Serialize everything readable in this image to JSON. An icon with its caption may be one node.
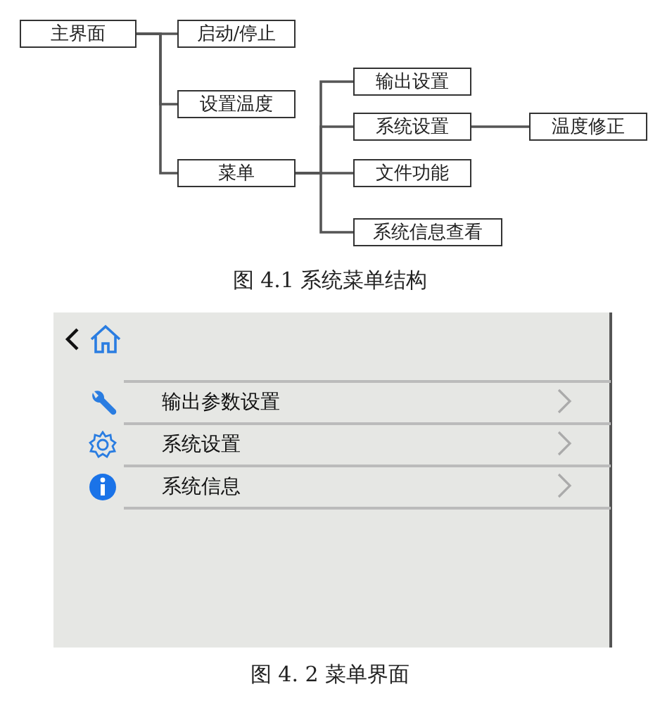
{
  "diagram": {
    "title": "图 4.1  系统菜单结构",
    "caption": "图 4. 2  菜单界面",
    "nodes": [
      {
        "text": [
          "主界面"
        ]
      },
      {
        "text": [
          "启动/停止"
        ]
      },
      {
        "text": [
          "设置温度"
        ]
      },
      {
        "text": [
          "菜单"
        ]
      },
      {
        "text": [
          "输出设置"
        ]
      },
      {
        "text": [
          "系统设置"
        ]
      },
      {
        "text": [
          "文件功能"
        ]
      },
      {
        "text": [
          "系统信息查看"
        ]
      },
      {
        "text": [
          "温度修正"
        ]
      }
    ],
    "edges": [
      {
        "from": 0,
        "to": 1,
        "arrow": "none"
      },
      {
        "from": 0,
        "to": 2,
        "arrow": "none"
      },
      {
        "from": 0,
        "to": 3,
        "arrow": "none"
      },
      {
        "from": 3,
        "to": 4,
        "arrow": "none"
      },
      {
        "from": 3,
        "to": 5,
        "arrow": "none"
      },
      {
        "from": 3,
        "to": 6,
        "arrow": "none"
      },
      {
        "from": 3,
        "to": 7,
        "arrow": "none"
      },
      {
        "from": 5,
        "to": 8,
        "arrow": "none"
      }
    ],
    "labels": [
      "输出参数设置",
      "系统设置",
      "系统信息"
    ]
  }
}
